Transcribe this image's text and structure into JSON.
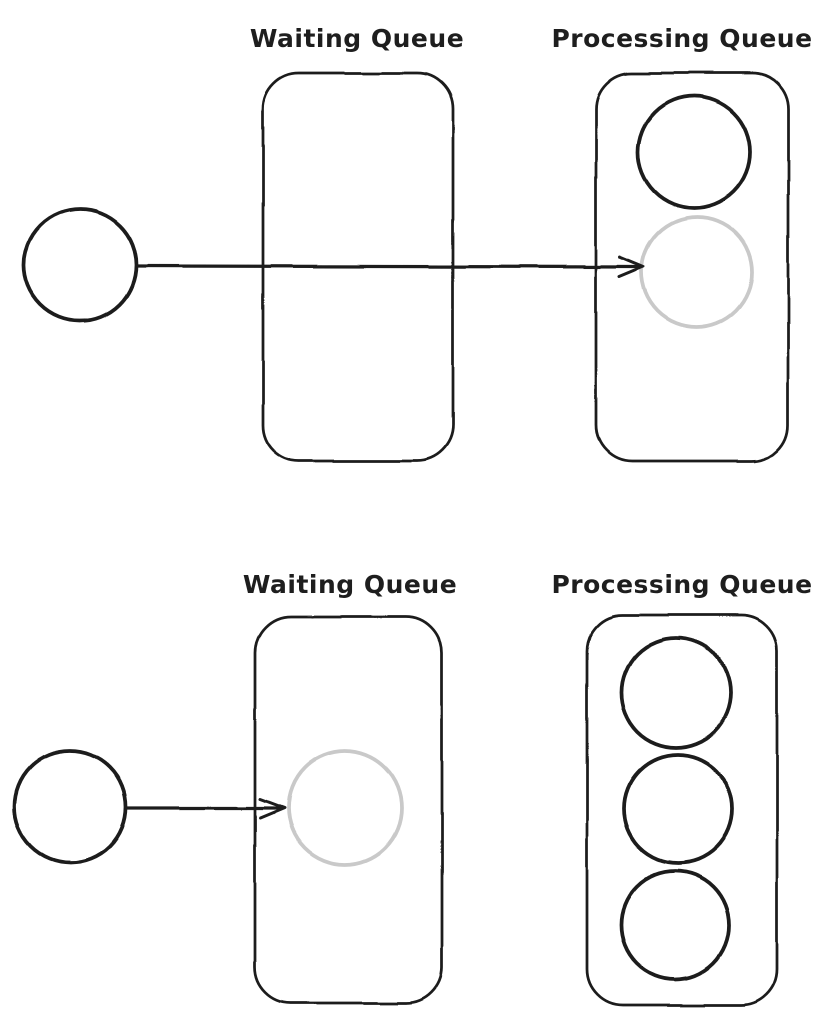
{
  "colors": {
    "ink": "#1e1e1e",
    "incoming_token": "#c9c9c9",
    "background": "#ffffff"
  },
  "top_diagram": {
    "waiting_queue_label": "Waiting Queue",
    "processing_queue_label": "Processing Queue",
    "source_tokens": 1,
    "waiting_queue_tokens": 0,
    "processing_queue_active_tokens": 1,
    "processing_queue_incoming_tokens": 1,
    "arrow": "source token moves past the waiting queue directly into the processing queue"
  },
  "bottom_diagram": {
    "waiting_queue_label": "Waiting Queue",
    "processing_queue_label": "Processing Queue",
    "source_tokens": 1,
    "waiting_queue_incoming_tokens": 1,
    "processing_queue_active_tokens": 3,
    "arrow": "source token moves into the waiting queue because the processing queue is full"
  }
}
